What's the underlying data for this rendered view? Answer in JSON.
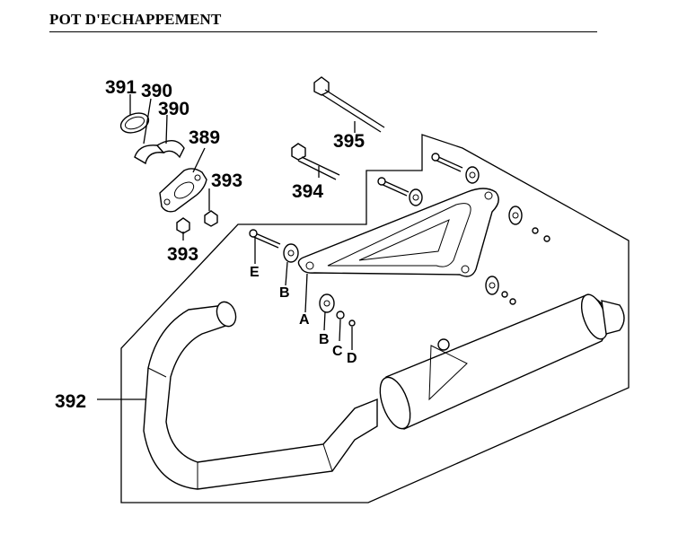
{
  "title": "POT D'ECHAPPEMENT",
  "labels": {
    "p391": "391",
    "p390a": "390",
    "p390b": "390",
    "p389": "389",
    "p393a": "393",
    "p393b": "393",
    "p395": "395",
    "p394": "394",
    "p392": "392",
    "pE": "E",
    "pB1": "B",
    "pA": "A",
    "pB2": "B",
    "pC": "C",
    "pD": "D"
  }
}
